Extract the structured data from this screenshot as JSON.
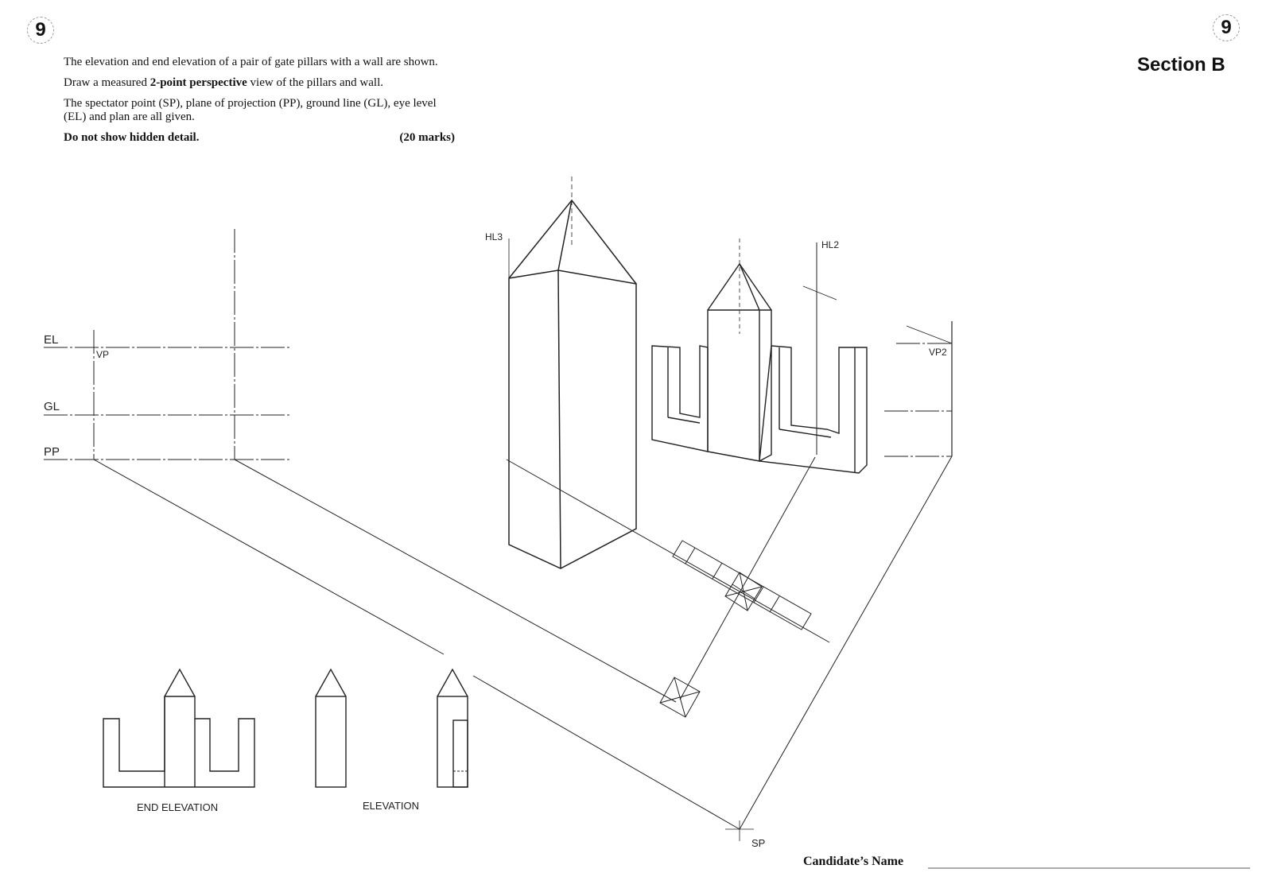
{
  "header": {
    "question_number_left": "9",
    "question_number_right": "9",
    "section_title": "Section B"
  },
  "instructions": {
    "line1": "The elevation and end elevation of a pair of gate pillars with a wall are shown.",
    "line2_pre": "Draw a measured ",
    "line2_bold": "2-point perspective",
    "line2_post": " view of the pillars and wall.",
    "line3": "The spectator point (SP), plane of projection (PP), ground line (GL), eye level (EL) and plan are all given.",
    "no_hidden": "Do not show hidden detail.",
    "marks": "(20 marks)"
  },
  "labels": {
    "el": "EL",
    "gl": "GL",
    "pp": "PP",
    "vp": "VP",
    "vp2": "VP2",
    "hl2": "HL2",
    "hl3": "HL3",
    "sp": "SP",
    "end_elevation": "END ELEVATION",
    "elevation": "ELEVATION"
  },
  "footer": {
    "candidate_name_label": "Candidate’s Name"
  }
}
